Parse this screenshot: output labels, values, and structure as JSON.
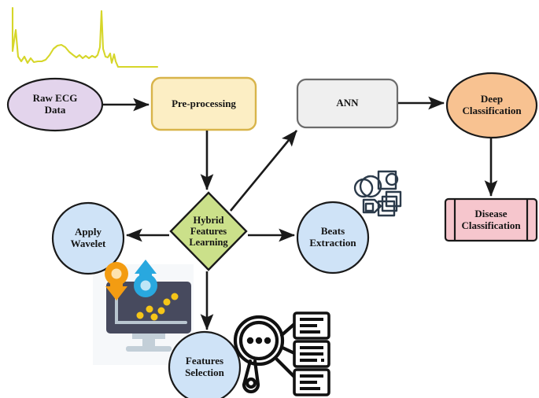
{
  "diagram": {
    "title": "ECG Hybrid Features Learning and Disease Classification Flowchart",
    "background_color": "#ffffff",
    "stroke_color": "#1a1a1a",
    "nodes": [
      {
        "id": "raw-ecg-data",
        "label": "Raw ECG\nData",
        "shape": "ellipse",
        "fill": "#e3d4ec",
        "stroke": "#1a1a1a",
        "font_size": 13
      },
      {
        "id": "pre-processing",
        "label": "Pre-processing",
        "shape": "rounded-rect",
        "fill": "#fceec4",
        "stroke": "#d8b44a",
        "font_size": 13
      },
      {
        "id": "ann",
        "label": "ANN",
        "shape": "rounded-rect",
        "fill": "#efefef",
        "stroke": "#6b6b6b",
        "font_size": 13
      },
      {
        "id": "deep-classification",
        "label": "Deep\nClassification",
        "shape": "ellipse",
        "fill": "#f8c291",
        "stroke": "#1a1a1a",
        "font_size": 13
      },
      {
        "id": "disease-classification",
        "label": "Disease\nClassification",
        "shape": "predefined-process",
        "fill": "#f6c6cd",
        "stroke": "#1a1a1a",
        "font_size": 13
      },
      {
        "id": "hybrid-features-learning",
        "label": "Hybrid\nFeatures\nLearning",
        "shape": "diamond",
        "fill": "#cbe08a",
        "stroke": "#1a1a1a",
        "font_size": 13
      },
      {
        "id": "apply-wavelet",
        "label": "Apply\nWavelet",
        "shape": "circle",
        "fill": "#cfe3f7",
        "stroke": "#1a1a1a",
        "font_size": 13
      },
      {
        "id": "beats-extraction",
        "label": "Beats\nExtraction",
        "shape": "circle",
        "fill": "#cfe3f7",
        "stroke": "#1a1a1a",
        "font_size": 13
      },
      {
        "id": "features-selection",
        "label": "Features\nSelection",
        "shape": "circle",
        "fill": "#cfe3f7",
        "stroke": "#1a1a1a",
        "font_size": 13
      }
    ],
    "edges": [
      {
        "from": "raw-ecg-data",
        "to": "pre-processing",
        "direction": "right"
      },
      {
        "from": "pre-processing",
        "to": "hybrid-features-learning",
        "direction": "down"
      },
      {
        "from": "hybrid-features-learning",
        "to": "ann",
        "direction": "up-right"
      },
      {
        "from": "ann",
        "to": "deep-classification",
        "direction": "right"
      },
      {
        "from": "deep-classification",
        "to": "disease-classification",
        "direction": "down"
      },
      {
        "from": "hybrid-features-learning",
        "to": "apply-wavelet",
        "direction": "left"
      },
      {
        "from": "hybrid-features-learning",
        "to": "beats-extraction",
        "direction": "right"
      },
      {
        "from": "hybrid-features-learning",
        "to": "features-selection",
        "direction": "down"
      }
    ],
    "illustrations": [
      {
        "id": "ecg-waveform",
        "name": "ecg-waveform-illustration",
        "stroke": "#d6d629",
        "description": "Yellow-green ECG signal trace with two QRS spikes"
      },
      {
        "id": "layers-extraction-icon",
        "name": "layers-extraction-illustration",
        "stroke": "#2b3a4a",
        "description": "Outlined stacked shapes representing beat/segment extraction"
      },
      {
        "id": "monitor-analytics",
        "name": "monitor-analytics-illustration",
        "screen_color": "#474a5e",
        "dot_color": "#f5c518",
        "arrow_down_color": "#f39c12",
        "arrow_up_color": "#29a8df",
        "description": "Monitor showing scatter data with orange down gear-arrow and blue up gear-arrow"
      },
      {
        "id": "magnifier-documents",
        "name": "magnifier-documents-illustration",
        "stroke": "#111111",
        "description": "Magnifying glass with three dots linked to three document cards"
      }
    ]
  }
}
